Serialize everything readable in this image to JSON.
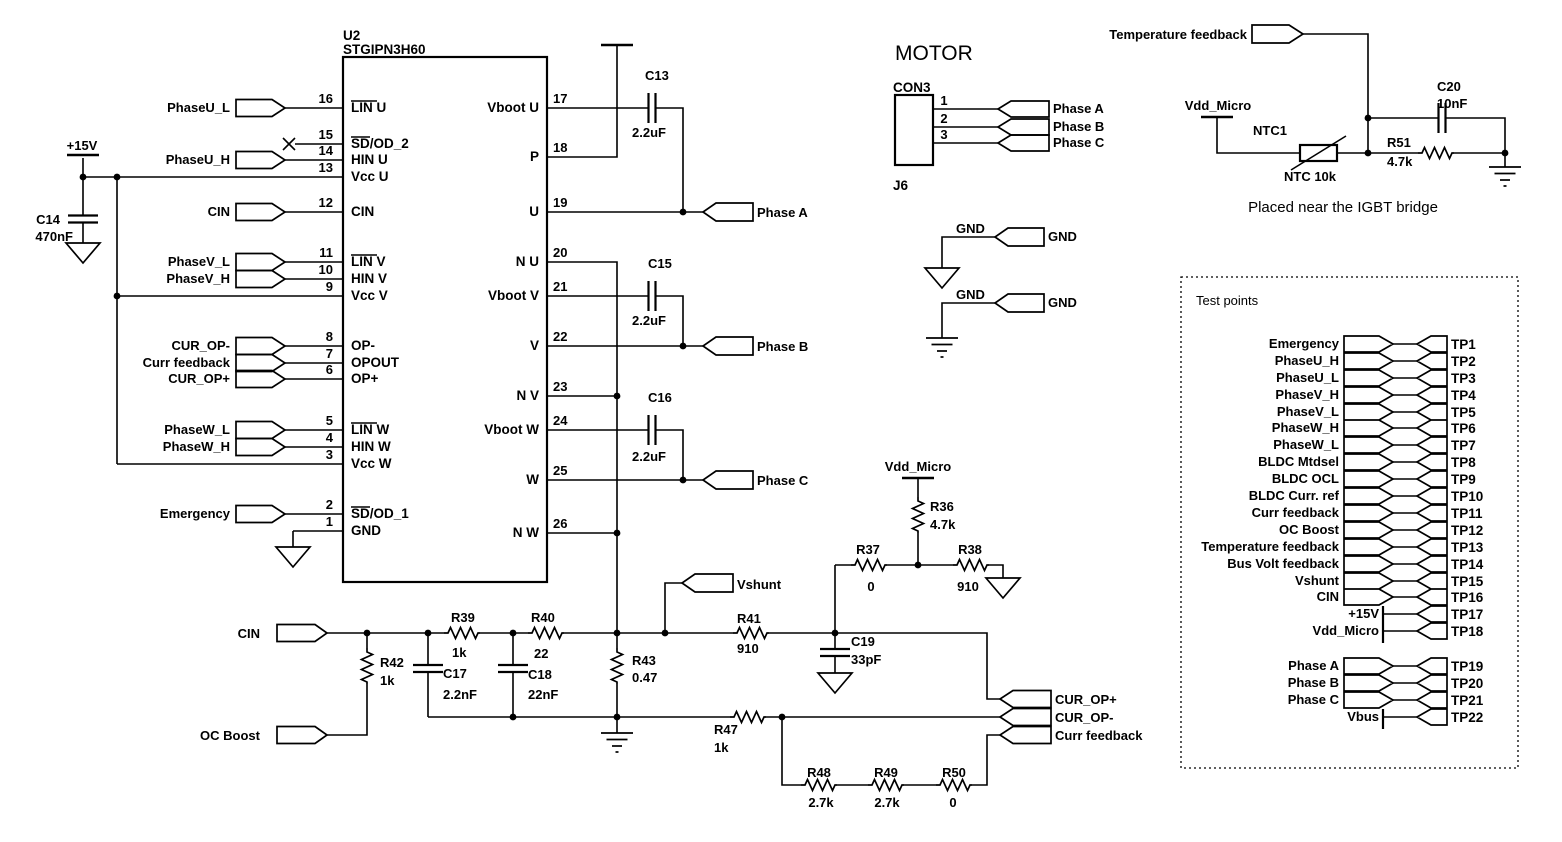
{
  "ic": {
    "ref": "U2",
    "part": "STGIPN3H60",
    "left_pins": [
      {
        "num": "16",
        "bar": "LIN",
        "rest": " U"
      },
      {
        "num": "15",
        "bar": "SD",
        "rest": "/OD_2"
      },
      {
        "num": "14",
        "rest": "HIN U"
      },
      {
        "num": "13",
        "rest": "Vcc U"
      },
      {
        "num": "12",
        "rest": "CIN"
      },
      {
        "num": "11",
        "bar": "LIN",
        "rest": " V"
      },
      {
        "num": "10",
        "rest": "HIN V"
      },
      {
        "num": "9",
        "rest": "Vcc V"
      },
      {
        "num": "8",
        "rest": "OP-"
      },
      {
        "num": "7",
        "rest": "OPOUT"
      },
      {
        "num": "6",
        "rest": "OP+"
      },
      {
        "num": "5",
        "bar": "LIN",
        "rest": " W"
      },
      {
        "num": "4",
        "rest": "HIN W"
      },
      {
        "num": "3",
        "rest": "Vcc W"
      },
      {
        "num": "2",
        "bar": "SD",
        "rest": "/OD_1"
      },
      {
        "num": "1",
        "rest": "GND"
      }
    ],
    "right_pins": [
      {
        "num": "17",
        "name": "Vboot U"
      },
      {
        "num": "18",
        "name": "P"
      },
      {
        "num": "19",
        "name": "U"
      },
      {
        "num": "20",
        "name": "N U"
      },
      {
        "num": "21",
        "name": "Vboot V"
      },
      {
        "num": "22",
        "name": "V"
      },
      {
        "num": "23",
        "name": "N V"
      },
      {
        "num": "24",
        "name": "Vboot W"
      },
      {
        "num": "25",
        "name": "W"
      },
      {
        "num": "26",
        "name": "N W"
      }
    ]
  },
  "ic_input_tags": [
    "PhaseU_L",
    "PhaseU_H",
    "CIN",
    "PhaseV_L",
    "PhaseV_H",
    "CUR_OP-",
    "Curr feedback",
    "CUR_OP+",
    "PhaseW_L",
    "PhaseW_H",
    "Emergency"
  ],
  "nets": {
    "p15v": "+15V",
    "vdd_micro": "Vdd_Micro",
    "gnd": "GND",
    "cin": "CIN",
    "oc_boost": "OC Boost",
    "vshunt": "Vshunt",
    "cur_op_plus": "CUR_OP+",
    "cur_op_minus": "CUR_OP-",
    "curr_feedback": "Curr feedback",
    "temp_feedback": "Temperature feedback",
    "phase_a": "Phase A",
    "phase_b": "Phase B",
    "phase_c": "Phase C"
  },
  "components": {
    "c13": {
      "ref": "C13",
      "value": "2.2uF"
    },
    "c14": {
      "ref": "C14",
      "value": "470nF"
    },
    "c15": {
      "ref": "C15",
      "value": "2.2uF"
    },
    "c16": {
      "ref": "C16",
      "value": "2.2uF"
    },
    "c17": {
      "ref": "C17",
      "value": "2.2nF"
    },
    "c18": {
      "ref": "C18",
      "value": "22nF"
    },
    "c19": {
      "ref": "C19",
      "value": "33pF"
    },
    "c20": {
      "ref": "C20",
      "value": "10nF"
    },
    "r36": {
      "ref": "R36",
      "value": "4.7k"
    },
    "r37": {
      "ref": "R37",
      "value": "0"
    },
    "r38": {
      "ref": "R38",
      "value": "910"
    },
    "r39": {
      "ref": "R39",
      "value": "1k"
    },
    "r40": {
      "ref": "R40",
      "value": "22"
    },
    "r41": {
      "ref": "R41",
      "value": "910"
    },
    "r42": {
      "ref": "R42",
      "value": "1k"
    },
    "r43": {
      "ref": "R43",
      "value": "0.47"
    },
    "r47": {
      "ref": "R47",
      "value": "1k"
    },
    "r48": {
      "ref": "R48",
      "value": "2.7k"
    },
    "r49": {
      "ref": "R49",
      "value": "2.7k"
    },
    "r50": {
      "ref": "R50",
      "value": "0"
    },
    "r51": {
      "ref": "R51",
      "value": "4.7k"
    },
    "ntc1": {
      "ref": "NTC1",
      "value": "NTC 10k"
    }
  },
  "motor": {
    "title": "MOTOR",
    "connector": "CON3",
    "designator": "J6",
    "pins": [
      {
        "num": "1",
        "net": "Phase A"
      },
      {
        "num": "2",
        "net": "Phase B"
      },
      {
        "num": "3",
        "net": "Phase C"
      }
    ]
  },
  "annotations": {
    "placement_note": "Placed near the IGBT bridge"
  },
  "testpoints": {
    "title": "Test points",
    "rows": [
      {
        "net": "Emergency",
        "tp": "TP1"
      },
      {
        "net": "PhaseU_H",
        "tp": "TP2"
      },
      {
        "net": "PhaseU_L",
        "tp": "TP3"
      },
      {
        "net": "PhaseV_H",
        "tp": "TP4"
      },
      {
        "net": "PhaseV_L",
        "tp": "TP5"
      },
      {
        "net": "PhaseW_H",
        "tp": "TP6"
      },
      {
        "net": "PhaseW_L",
        "tp": "TP7"
      },
      {
        "net": "BLDC Mtdsel",
        "tp": "TP8"
      },
      {
        "net": "BLDC OCL",
        "tp": "TP9"
      },
      {
        "net": "BLDC Curr. ref",
        "tp": "TP10"
      },
      {
        "net": "Curr feedback",
        "tp": "TP11"
      },
      {
        "net": "OC Boost",
        "tp": "TP12"
      },
      {
        "net": "Temperature feedback",
        "tp": "TP13"
      },
      {
        "net": "Bus Volt feedback",
        "tp": "TP14"
      },
      {
        "net": "Vshunt",
        "tp": "TP15"
      },
      {
        "net": "CIN",
        "tp": "TP16"
      },
      {
        "net": "+15V",
        "tp": "TP17",
        "power": true
      },
      {
        "net": "Vdd_Micro",
        "tp": "TP18",
        "power": true
      },
      {
        "net": "Phase A",
        "tp": "TP19"
      },
      {
        "net": "Phase B",
        "tp": "TP20"
      },
      {
        "net": "Phase C",
        "tp": "TP21"
      },
      {
        "net": "Vbus",
        "tp": "TP22",
        "power": true
      }
    ]
  }
}
